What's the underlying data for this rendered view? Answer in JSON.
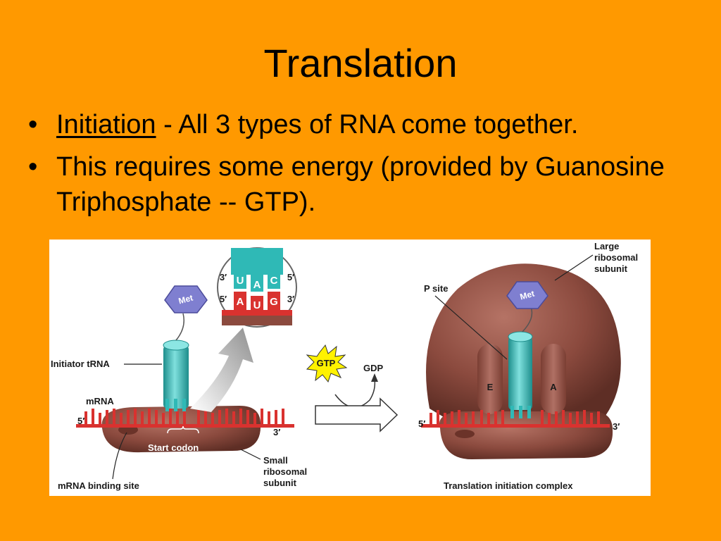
{
  "slide": {
    "title": "Translation",
    "bullets": [
      {
        "term": "Initiation",
        "text": " - All 3 types of RNA come together."
      },
      {
        "text": "This requires some energy (provided by Guanosine Triphosphate -- GTP)."
      }
    ]
  },
  "figure": {
    "left": {
      "met": "Met",
      "codon_top_prime3": "3′",
      "codon_top_prime5": "5′",
      "codon_bottom_prime5": "5′",
      "codon_bottom_prime3": "3′",
      "anticodon": [
        "U",
        "A",
        "C"
      ],
      "codon": [
        "A",
        "U",
        "G"
      ],
      "initiator_trna": "Initiator tRNA",
      "mrna": "mRNA",
      "mrna_5": "5′",
      "mrna_3": "3′",
      "start_codon": "Start codon",
      "small_subunit": [
        "Small",
        "ribosomal",
        "subunit"
      ],
      "mrna_binding_site": "mRNA binding site"
    },
    "middle": {
      "gtp": "GTP",
      "gdp": "GDP"
    },
    "right": {
      "large_subunit": [
        "Large",
        "ribosomal",
        "subunit"
      ],
      "p_site": "P site",
      "met": "Met",
      "e": "E",
      "a": "A",
      "mrna_5": "5′",
      "mrna_3": "3′",
      "caption": "Translation initiation complex"
    },
    "colors": {
      "ribosome": "#8B4A3E",
      "trna": "#2FB9B6",
      "mrna": "#D9322F",
      "met": "#7F7FD0",
      "gtp": "#FFF200",
      "background": "#FF9900"
    }
  }
}
